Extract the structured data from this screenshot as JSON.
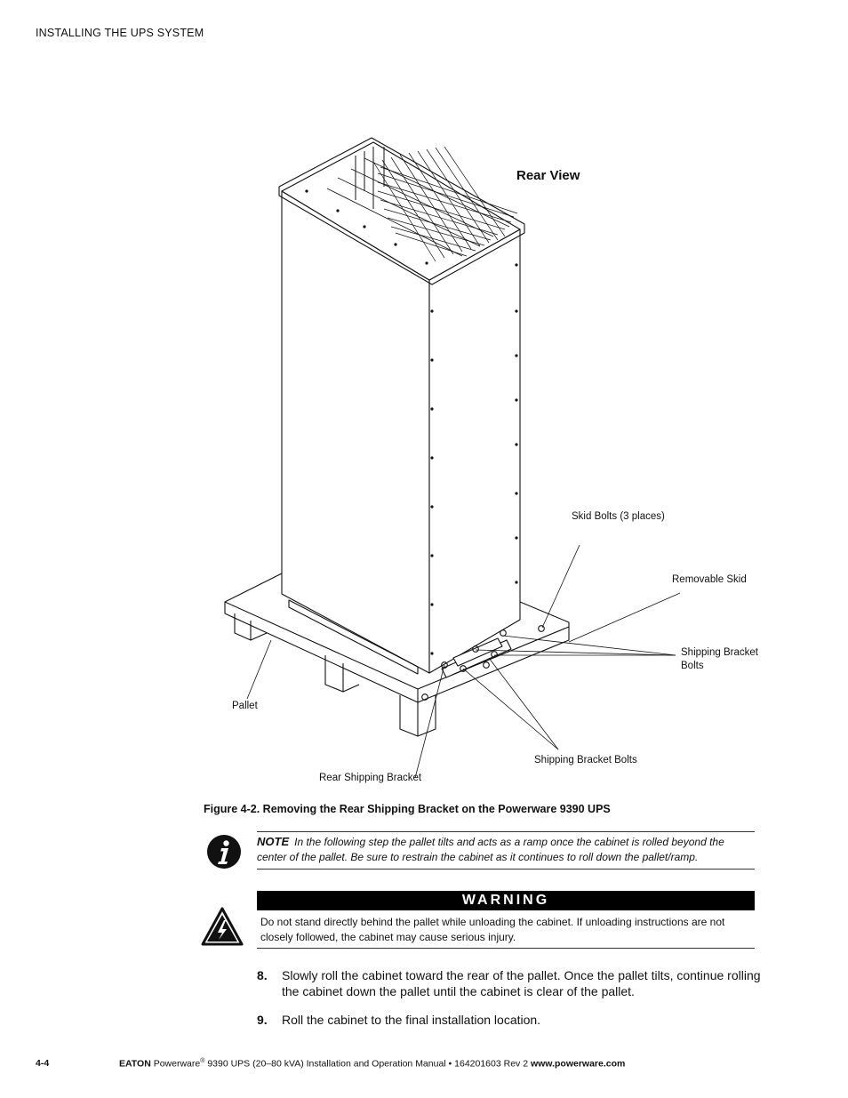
{
  "header": {
    "section_title": "INSTALLING THE UPS SYSTEM"
  },
  "figure": {
    "view_label": "Rear View",
    "callouts": {
      "skid_bolts": "Skid Bolts (3 places)",
      "removable_skid": "Removable Skid",
      "shipping_bracket_bolts_1": "Shipping Bracket",
      "shipping_bracket_bolts_2": "Bolts",
      "pallet": "Pallet",
      "shipping_bracket_bolts_lower": "Shipping Bracket Bolts",
      "rear_shipping_bracket": "Rear Shipping Bracket"
    },
    "caption": "Figure 4-2. Removing the Rear Shipping Bracket on the Powerware 9390 UPS"
  },
  "note": {
    "keyword": "NOTE",
    "text": "In the following step the pallet tilts and acts as a ramp once the cabinet is rolled beyond the center of the pallet. Be sure to restrain the cabinet as it continues to roll down the pallet/ramp."
  },
  "warning": {
    "title": "WARNING",
    "text": "Do not stand directly behind the pallet while unloading the cabinet. If unloading instructions are not closely followed, the cabinet may cause serious injury."
  },
  "steps": [
    {
      "num": "8.",
      "text": "Slowly roll the cabinet toward the rear of the pallet. Once the pallet tilts, continue rolling the cabinet down the pallet until the cabinet is clear of the pallet."
    },
    {
      "num": "9.",
      "text": "Roll the cabinet to the final installation location."
    }
  ],
  "footer": {
    "page": "4-4",
    "brand": "EATON",
    "product": "Powerware",
    "reg": "®",
    "title": " 9390 UPS (20–80 kVA) Installation and Operation Manual  •  164201603 Rev 2 ",
    "url": "www.powerware.com"
  }
}
